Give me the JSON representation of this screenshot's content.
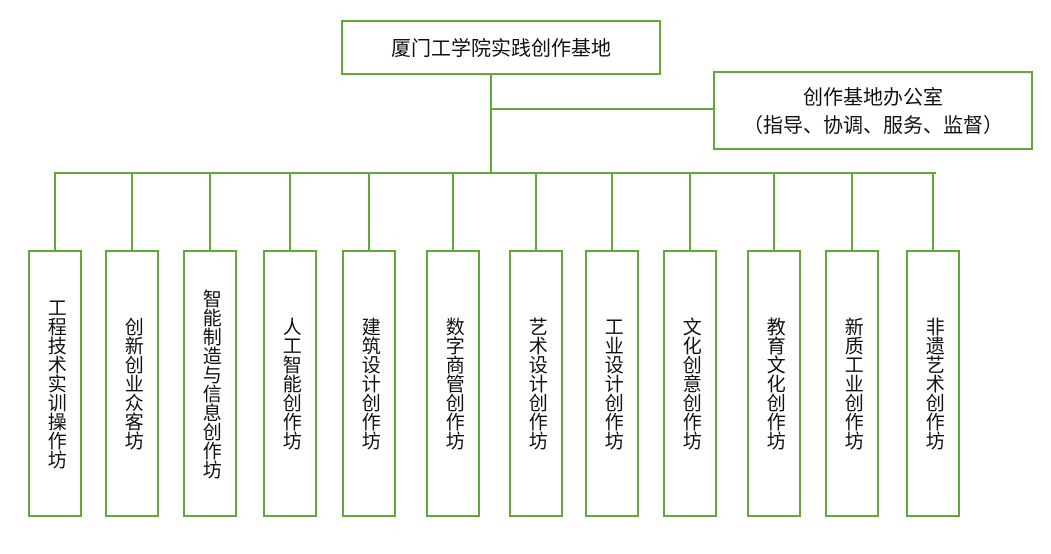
{
  "colors": {
    "line": "#62a93b",
    "text": "#111111",
    "background": "#ffffff"
  },
  "root": {
    "label": "厦门工学院实践创作基地"
  },
  "office": {
    "title": "创作基地办公室",
    "subtitle": "（指导、协调、服务、监督）"
  },
  "departments": [
    {
      "label": "工程技术实训操作坊"
    },
    {
      "label": "创新创业众客坊"
    },
    {
      "label": "智能制造与信息创作坊"
    },
    {
      "label": "人工智能创作坊"
    },
    {
      "label": "建筑设计创作坊"
    },
    {
      "label": "数字商管创作坊"
    },
    {
      "label": "艺术设计创作坊"
    },
    {
      "label": "工业设计创作坊"
    },
    {
      "label": "文化创意创作坊"
    },
    {
      "label": "教育文化创作坊"
    },
    {
      "label": "新质工业创作坊"
    },
    {
      "label": "非遗艺术创作坊"
    }
  ]
}
